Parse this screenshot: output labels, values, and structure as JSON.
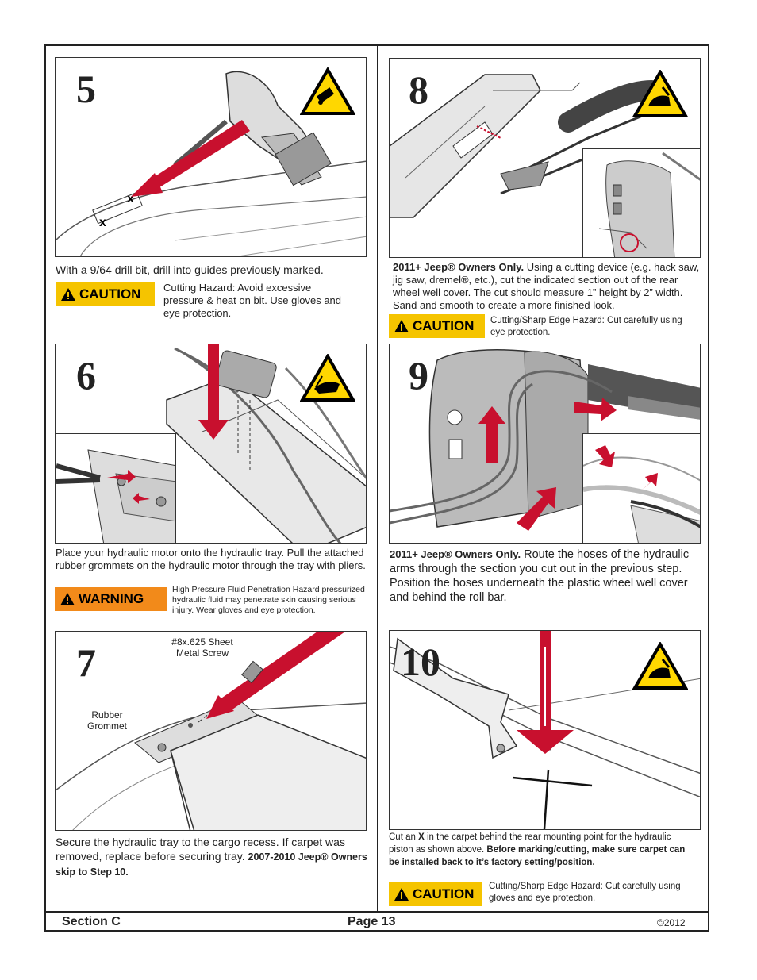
{
  "steps": {
    "s5": {
      "number": "5",
      "text": "With a 9/64 drill bit, drill into guides previously marked.",
      "alert_label": "CAUTION",
      "alert_text": "Cutting Hazard: Avoid excessive pressure & heat on bit.  Use gloves and eye protection."
    },
    "s6": {
      "number": "6",
      "text": "Place your hydraulic motor onto the hydraulic tray.  Pull the attached rubber grommets on the hydraulic motor through the tray with pliers.",
      "alert_label": "WARNING",
      "alert_text": "High Pressure Fluid Penetration Hazard pressurized hydraulic fluid may penetrate skin causing serious injury. Wear gloves and eye protection."
    },
    "s7": {
      "number": "7",
      "label_screw": "#8x.625 Sheet Metal Screw",
      "label_grommet": "Rubber Grommet",
      "text_a": "Secure the hydraulic tray to the cargo recess.  If carpet was removed, replace before securing tray. ",
      "text_b": "2007-2010 Jeep® Owners skip to Step 10."
    },
    "s8": {
      "number": "8",
      "text_bold": "2011+ Jeep® Owners Only.",
      "text": " Using a cutting device (e.g. hack saw, jig saw, dremel®, etc.), cut the indicated section out of the rear wheel well cover. The cut should measure 1” height by 2” width. Sand and smooth to create a more finished look.",
      "alert_label": "CAUTION",
      "alert_text": "Cutting/Sharp Edge Hazard: Cut carefully using eye protection."
    },
    "s9": {
      "number": "9",
      "text_bold": "2011+ Jeep® Owners Only.",
      "text": " Route the hoses of the hydraulic arms through the section you cut out in the previous step. Position the hoses underneath the plastic wheel well cover and behind the roll bar."
    },
    "s10": {
      "number": "10",
      "text_a": "Cut an ",
      "text_x": "X",
      "text_b": " in the carpet behind the rear mounting point for the hydraulic piston as shown above.  ",
      "text_bold": "Before marking/cutting, make sure carpet can be installed back to it’s factory setting/position.",
      "alert_label": "CAUTION",
      "alert_text": "Cutting/Sharp Edge Hazard: Cut carefully using gloves and eye protection."
    }
  },
  "footer": {
    "section": "Section C",
    "page": "Page 13",
    "copyright": "©2012"
  },
  "colors": {
    "arrow_red": "#c8102e",
    "caution_yellow": "#f5c400",
    "warning_orange": "#f28a1a",
    "hazard_sign_yellow": "#ffd700"
  },
  "icons": [
    "drill-hazard-icon",
    "hand-cut-hazard-icon",
    "fluid-injection-hazard-icon",
    "alert-triangle-icon"
  ]
}
